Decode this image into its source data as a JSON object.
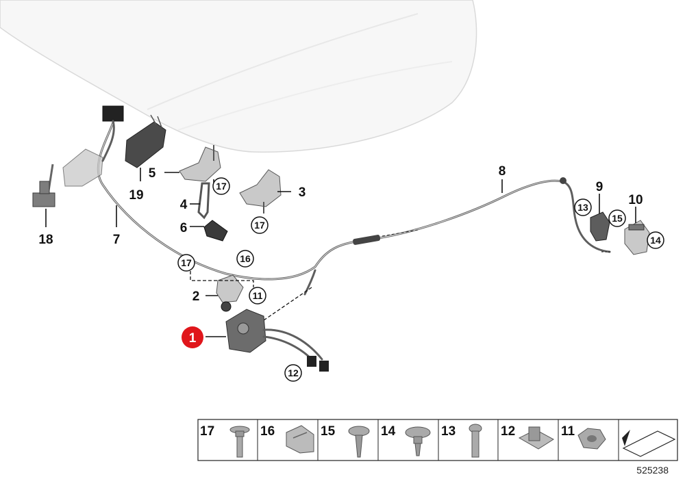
{
  "callouts": {
    "c1": "1",
    "c2": "2",
    "c3": "3",
    "c4": "4",
    "c5": "5",
    "c6": "6",
    "c7": "7",
    "c8": "8",
    "c9": "9",
    "c10": "10",
    "c11": "11",
    "c12": "12",
    "c13": "13",
    "c14": "14",
    "c15": "15",
    "c16": "16",
    "c17a": "17",
    "c17b": "17",
    "c17c": "17",
    "c18": "18",
    "c19": "19"
  },
  "fastener_table": [
    "17",
    "16",
    "15",
    "14",
    "13",
    "12",
    "11"
  ],
  "document_number": "525238",
  "colors": {
    "highlight": "#e0161b"
  }
}
